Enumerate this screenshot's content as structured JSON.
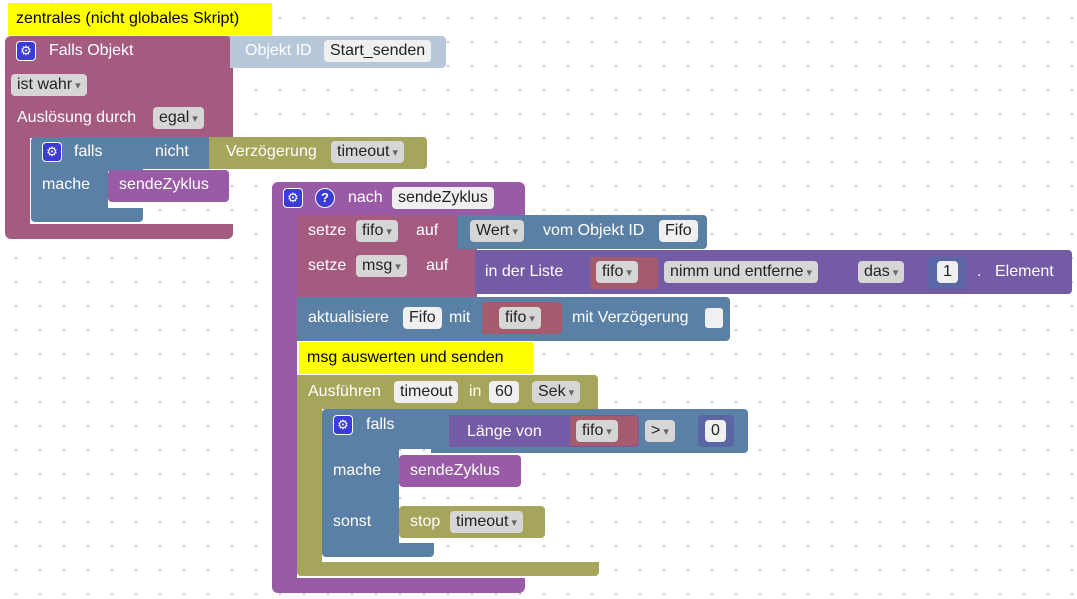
{
  "comments": {
    "top": "zentrales (nicht globales Skript)",
    "msg": "msg auswerten und senden"
  },
  "trigger": {
    "falls_objekt": "Falls Objekt",
    "objekt_id_label": "Objekt ID",
    "objekt_id_value": "Start_senden",
    "condition": "ist wahr",
    "ausloesung_label": "Auslösung durch",
    "ausloesung_value": "egal"
  },
  "if1": {
    "falls": "falls",
    "nicht": "nicht",
    "verzoegerung": "Verzögerung",
    "timeout": "timeout",
    "mache": "mache",
    "call": "sendeZyklus"
  },
  "func": {
    "nach": "nach",
    "name": "sendeZyklus"
  },
  "set_fifo": {
    "setze": "setze",
    "var": "fifo",
    "auf": "auf",
    "wert": "Wert",
    "vom_objekt_id": "vom Objekt ID",
    "object": "Fifo"
  },
  "set_msg": {
    "setze": "setze",
    "var": "msg",
    "auf": "auf",
    "in_der_liste": "in der Liste",
    "list": "fifo",
    "op": "nimm und entferne",
    "where": "das",
    "index": "1",
    "dot": ".",
    "element": "Element"
  },
  "update": {
    "aktualisiere": "aktualisiere",
    "object": "Fifo",
    "mit": "mit",
    "value": "fifo",
    "mit_verzoegerung": "mit Verzögerung"
  },
  "timeout_block": {
    "ausfuehren": "Ausführen",
    "name": "timeout",
    "in": "in",
    "value": "60",
    "unit": "Sek"
  },
  "if2": {
    "falls": "falls",
    "laenge_von": "Länge von",
    "list": "fifo",
    "op": ">",
    "value": "0",
    "mache": "mache",
    "call": "sendeZyklus",
    "sonst": "sonst",
    "stop": "stop",
    "stop_name": "timeout"
  }
}
